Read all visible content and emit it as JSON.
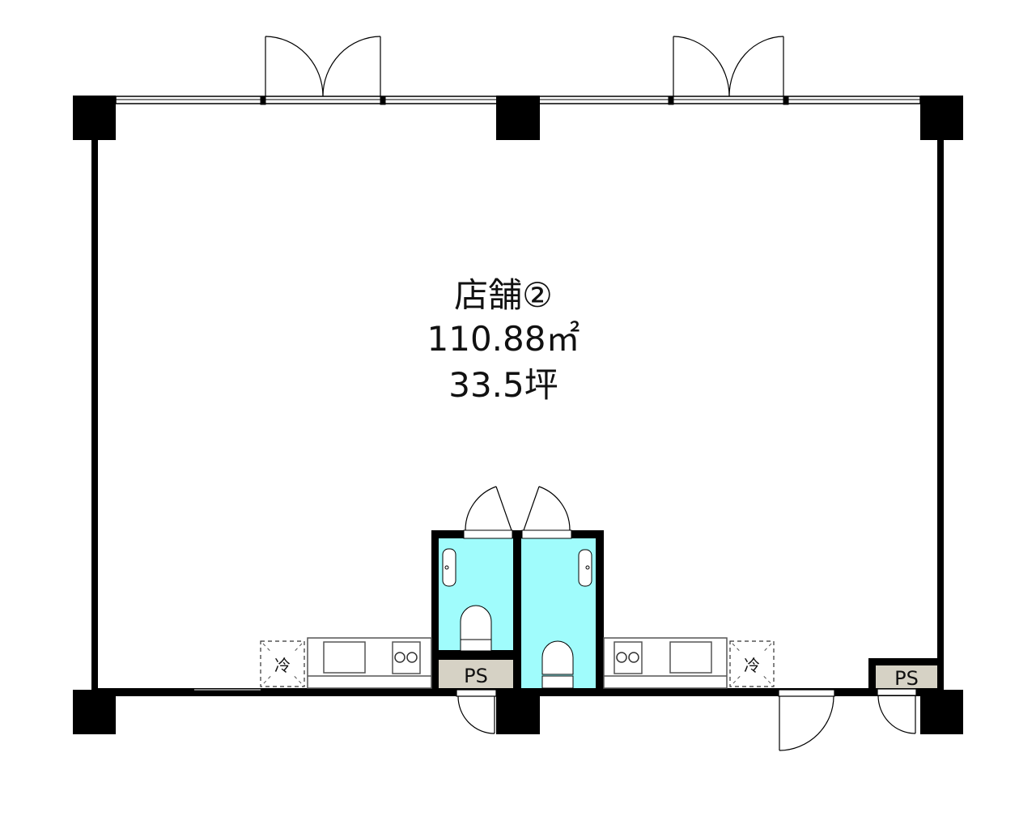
{
  "room": {
    "name": "店舗②",
    "area_m2": "110.88㎡",
    "area_tsubo": "33.5坪"
  },
  "labels": {
    "ps": "PS",
    "fridge": "冷"
  },
  "colors": {
    "wall": "#000000",
    "toilet_fill": "#a0fcfc",
    "ps_fill": "#d6d2c5"
  }
}
